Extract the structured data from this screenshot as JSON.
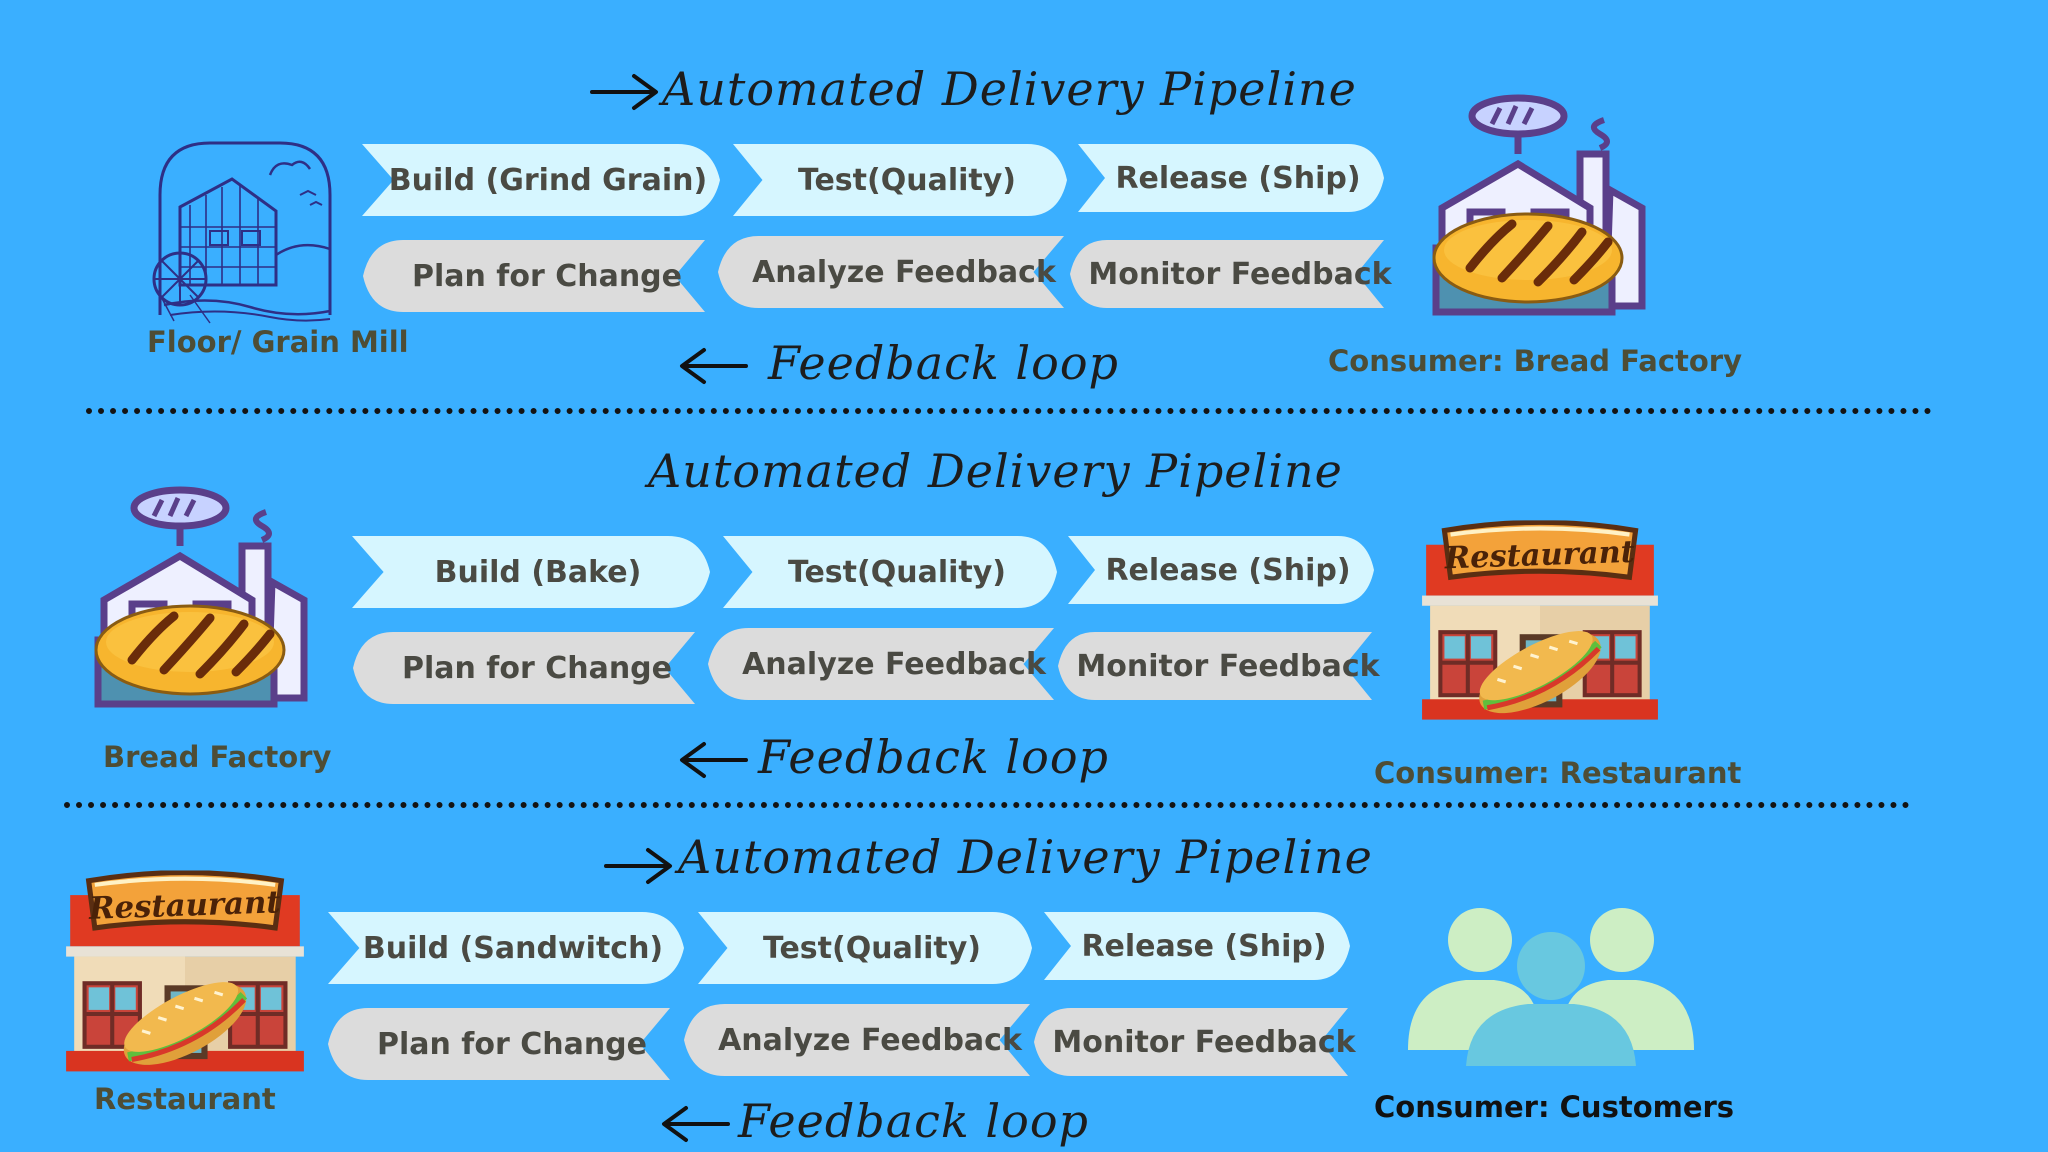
{
  "pipeline_label": "Automated Delivery Pipeline",
  "feedback_label": "Feedback loop",
  "rows": [
    {
      "source_caption": "Floor/ Grain Mill",
      "consumer_caption": "Consumer: Bread Factory",
      "forward_steps": [
        "Build (Grind Grain)",
        "Test(Quality)",
        "Release (Ship)"
      ],
      "feedback_steps": [
        "Plan for Change",
        "Analyze Feedback",
        "Monitor Feedback"
      ]
    },
    {
      "source_caption": "Bread Factory",
      "consumer_caption": "Consumer: Restaurant",
      "forward_steps": [
        "Build (Bake)",
        "Test(Quality)",
        "Release (Ship)"
      ],
      "feedback_steps": [
        "Plan for Change",
        "Analyze Feedback",
        "Monitor Feedback"
      ]
    },
    {
      "source_caption": "Restaurant",
      "consumer_caption": "Consumer: Customers",
      "forward_steps": [
        "Build (Sandwitch)",
        "Test(Quality)",
        "Release (Ship)"
      ],
      "feedback_steps": [
        "Plan for Change",
        "Analyze Feedback",
        "Monitor Feedback"
      ]
    }
  ],
  "restaurant_sign": "Restaurant",
  "icons": {
    "mill": "watermill-icon",
    "factory": "bread-factory-icon",
    "restaurant": "restaurant-icon",
    "customers": "customers-group-icon",
    "arrow_right": "arrow-right-icon",
    "arrow_left": "arrow-left-icon"
  },
  "colors": {
    "background": "#3aafff",
    "forward_chevron": "#d6f6ff",
    "feedback_chevron": "#dcdcdc",
    "step_text": "#4a4a43",
    "caption_text": "#4e4d35"
  }
}
